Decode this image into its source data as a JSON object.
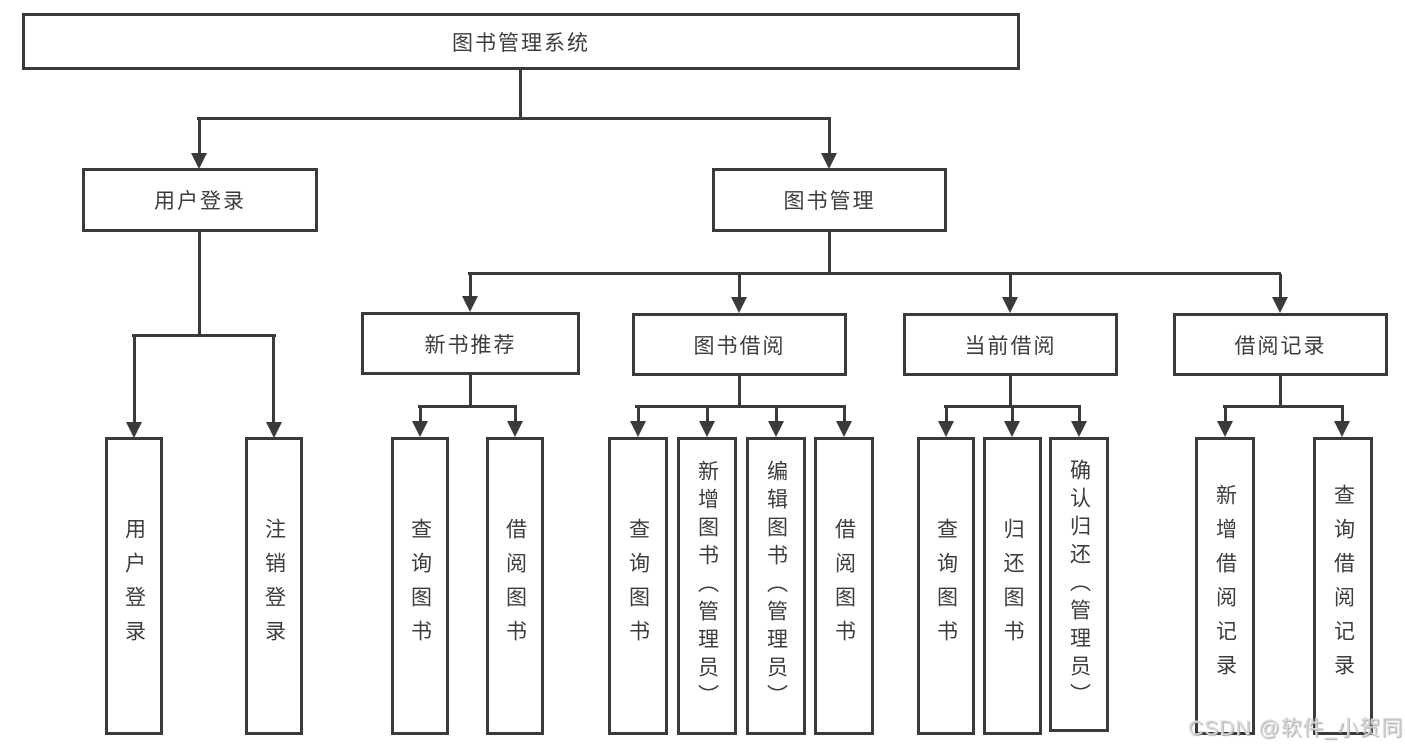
{
  "colors": {
    "line": "#3a3a3a",
    "text": "#3d3d3d",
    "background": "#ffffff",
    "watermark": "#d9d9d9"
  },
  "watermark": "CSDN @软件_小贺同学",
  "nodes": {
    "root": "图书管理系统",
    "user_login": "用户登录",
    "book_mgmt": "图书管理",
    "new_book_rec": "新书推荐",
    "book_borrow": "图书借阅",
    "current_borrow": "当前借阅",
    "borrow_records": "借阅记录",
    "leaf_user_login": "用户登录",
    "leaf_logout": "注销登录",
    "leaf_nbr_query": "查询图书",
    "leaf_nbr_borrow": "借阅图书",
    "leaf_bb_query": "查询图书",
    "leaf_bb_add": "新增图书（管理员）",
    "leaf_bb_edit": "编辑图书（管理员）",
    "leaf_bb_borrow": "借阅图书",
    "leaf_cb_query": "查询图书",
    "leaf_cb_return": "归还图书",
    "leaf_cb_confirm": "确认归还（管理员）",
    "leaf_br_add": "新增借阅记录",
    "leaf_br_query": "查询借阅记录"
  }
}
